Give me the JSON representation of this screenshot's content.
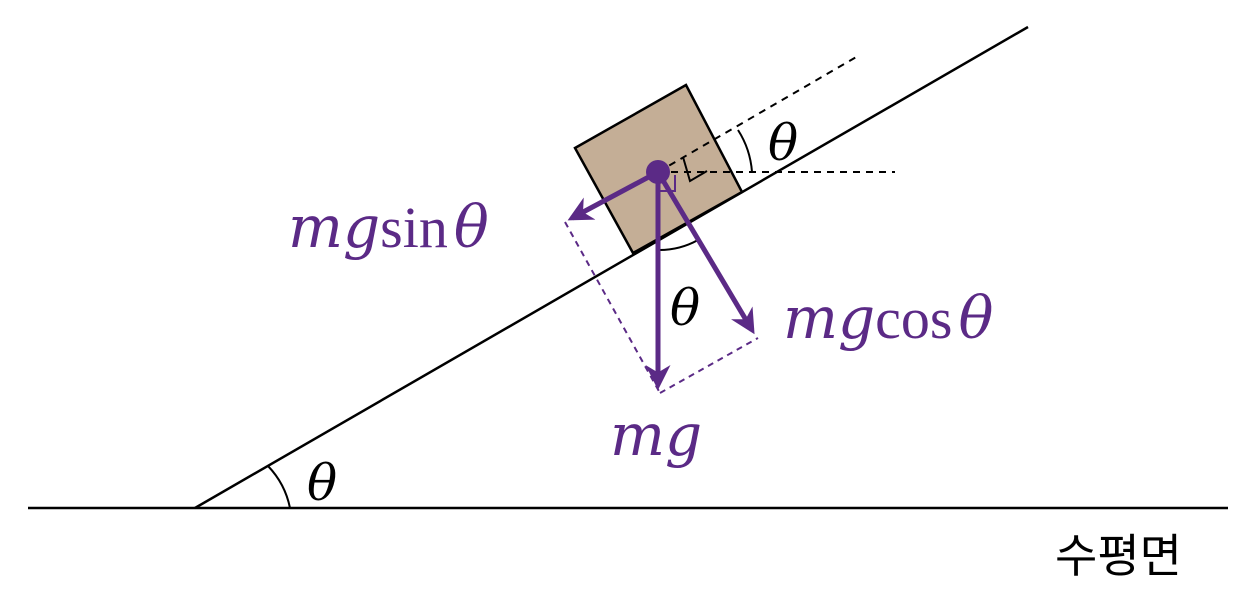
{
  "labels": {
    "mg": "mg",
    "mg_sin_m": "mg",
    "mg_sin_fn": "sin",
    "mg_cos_m": "mg",
    "mg_cos_fn": "cos",
    "theta": "θ",
    "horizontal_plane": "수평면"
  },
  "colors": {
    "force": "#5b2a86",
    "block": "#c4ae96",
    "line": "#000000"
  }
}
